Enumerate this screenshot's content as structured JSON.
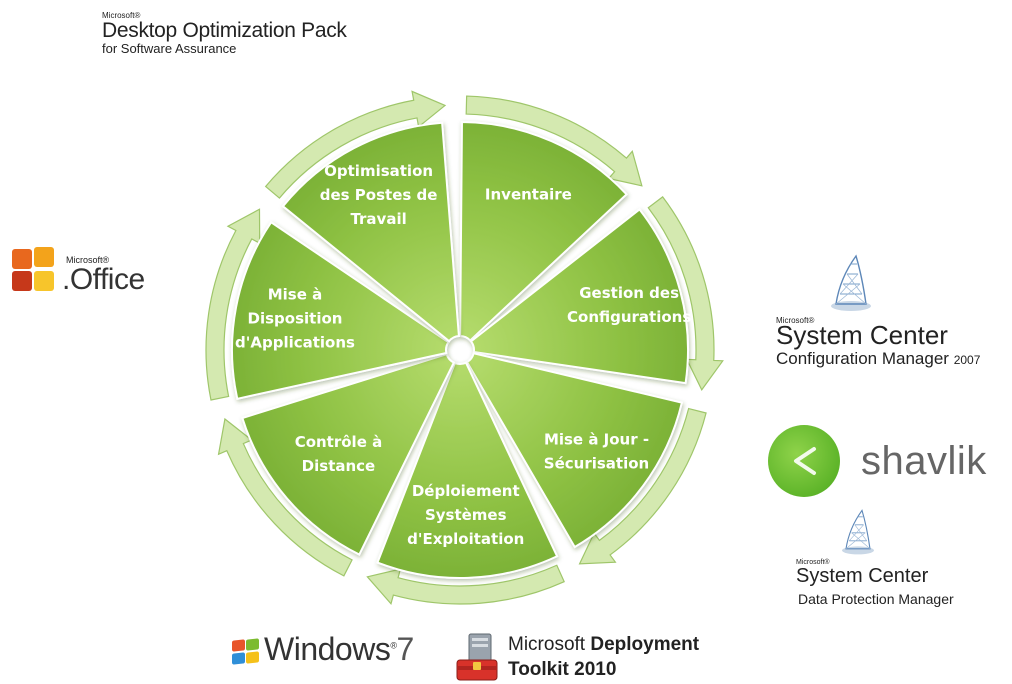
{
  "segments": [
    {
      "lines": [
        "Inventaire"
      ],
      "color_light": "#b7dd6f",
      "color_dark": "#6fa72e"
    },
    {
      "lines": [
        "Gestion des",
        "Configurations"
      ],
      "color_light": "#b7dd6f",
      "color_dark": "#6fa72e"
    },
    {
      "lines": [
        "Mise à Jour -",
        "Sécurisation"
      ],
      "color_light": "#b7dd6f",
      "color_dark": "#6fa72e"
    },
    {
      "lines": [
        "Déploiement",
        "Systèmes",
        "d'Exploitation"
      ],
      "color_light": "#b7dd6f",
      "color_dark": "#6fa72e"
    },
    {
      "lines": [
        "Contrôle à",
        "Distance"
      ],
      "color_light": "#b7dd6f",
      "color_dark": "#6fa72e"
    },
    {
      "lines": [
        "Mise à",
        "Disposition",
        "d'Applications"
      ],
      "color_light": "#b7dd6f",
      "color_dark": "#6fa72e"
    },
    {
      "lines": [
        "Optimisation",
        "des Postes de",
        "Travail"
      ],
      "color_light": "#b7dd6f",
      "color_dark": "#6fa72e"
    }
  ],
  "arrow_color": "#d4e9b0",
  "logos": {
    "desktop_optimization": {
      "microsoft": "Microsoft®",
      "title": "Desktop Optimization Pack",
      "subtitle": "for Software Assurance"
    },
    "office": {
      "microsoft": "Microsoft®",
      "title": ".Office",
      "icon": "office-logo-icon"
    },
    "sccm": {
      "microsoft": "Microsoft®",
      "title": "System Center",
      "subtitle": "Configuration Manager",
      "year": "2007",
      "icon": "system-center-icon"
    },
    "shavlik": {
      "title": "shavlik",
      "icon": "shavlik-logo-icon"
    },
    "dpm": {
      "microsoft": "Microsoft®",
      "title": "System Center",
      "subtitle": "Data Protection Manager",
      "icon": "system-center-icon"
    },
    "windows7": {
      "title": "Windows",
      "version": "7",
      "icon": "windows-flag-icon"
    },
    "mdt": {
      "line1_regular": "Microsoft ",
      "line1_bold": "Deployment",
      "line2": "Toolkit 2010",
      "icon": "toolbox-icon"
    }
  }
}
